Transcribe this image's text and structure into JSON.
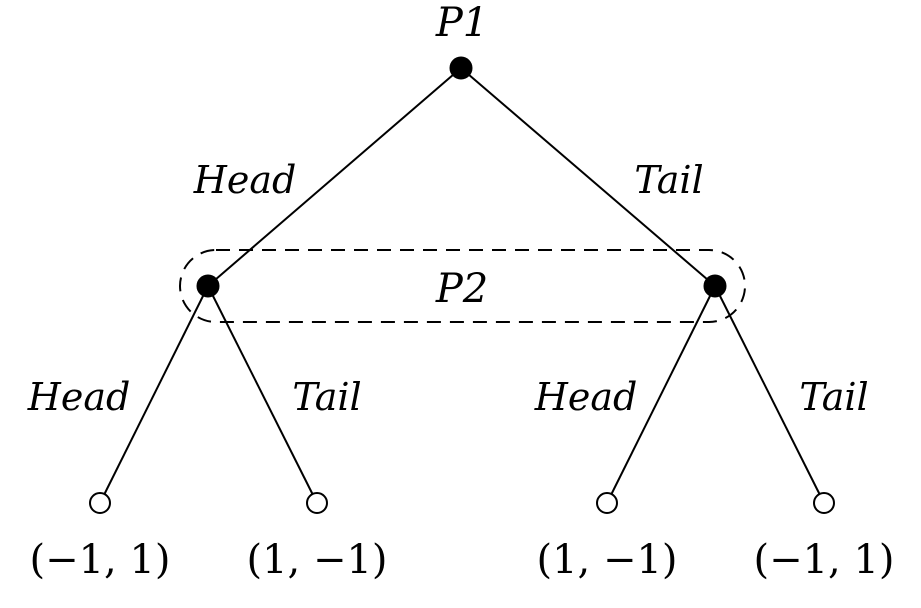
{
  "tree": {
    "root": {
      "player": "P1"
    },
    "information_set": {
      "player": "P2"
    },
    "root_actions": {
      "left": "Head",
      "right": "Tail"
    },
    "left_subtree": {
      "actions": {
        "left": "Head",
        "right": "Tail"
      },
      "payoffs": [
        "(−1, 1)",
        "(1, −1)"
      ]
    },
    "right_subtree": {
      "actions": {
        "left": "Head",
        "right": "Tail"
      },
      "payoffs": [
        "(1, −1)",
        "(−1, 1)"
      ]
    },
    "colors": {
      "line": "#000000",
      "decision_node": "#000000",
      "terminal_node": "#ffffff"
    }
  }
}
